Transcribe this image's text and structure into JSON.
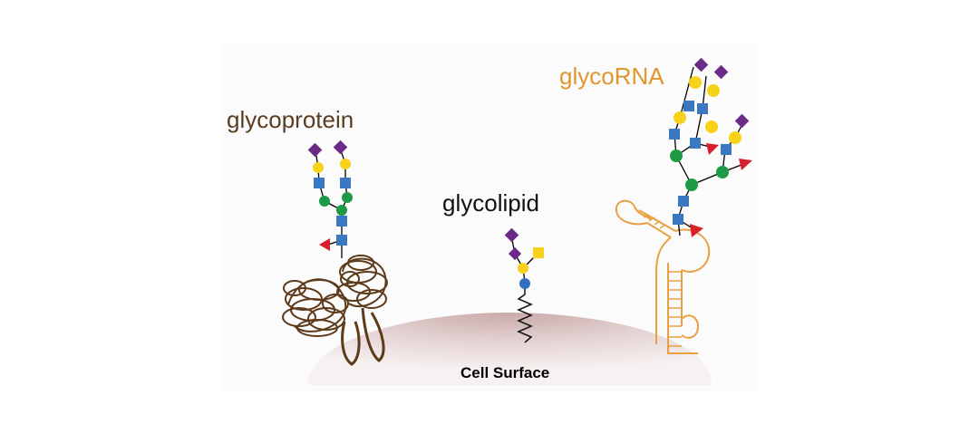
{
  "labels": {
    "glycoprotein": "glycoprotein",
    "glycolipid": "glycolipid",
    "glycorna": "glycoRNA",
    "cell_surface": "Cell Surface"
  },
  "colors": {
    "glycoprotein_text": "#5a3d20",
    "glycolipid_text": "#111111",
    "glycorna_text": "#e0962d",
    "protein": "#5c3a1a",
    "rna": "#e8a040",
    "membrane": "#d9c0c0",
    "sialic_acid": "#6a2a86",
    "galactose": "#f7d21a",
    "glcnac": "#3a78c2",
    "mannose": "#1e9a46",
    "fucose": "#d8202a",
    "glucose": "#2f6fc0"
  },
  "icons": [
    "sialic-acid-diamond-icon",
    "galactose-circle-icon",
    "glcnac-square-icon",
    "mannose-circle-icon",
    "fucose-triangle-icon",
    "glucose-circle-icon"
  ]
}
